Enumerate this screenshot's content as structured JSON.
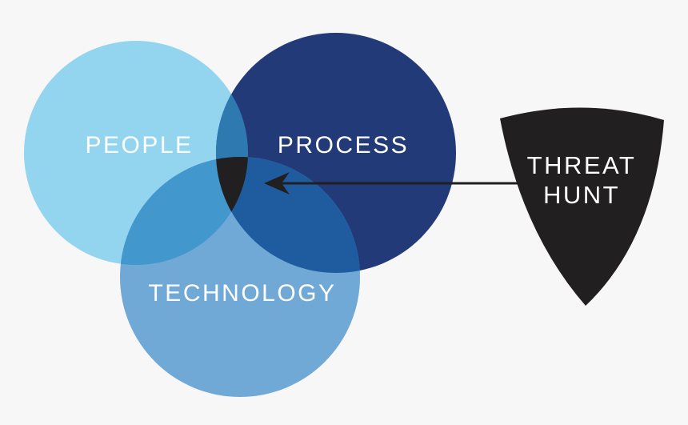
{
  "diagram": {
    "circles": {
      "people": {
        "label": "PEOPLE",
        "color": "#93d5ef"
      },
      "process": {
        "label": "PROCESS",
        "color": "#233a78"
      },
      "technology": {
        "label": "TECHNOLOGY",
        "color": "#70a8d6"
      }
    },
    "overlaps": {
      "people_process": "#2f79b1",
      "people_technology": "#4297cc",
      "process_technology": "#1f5c9f",
      "center": "#221f20"
    },
    "shield": {
      "line1": "THREAT",
      "line2": "HUNT",
      "color": "#221f20"
    },
    "arrow_color": "#221f20",
    "background": "#f7f7f8"
  }
}
